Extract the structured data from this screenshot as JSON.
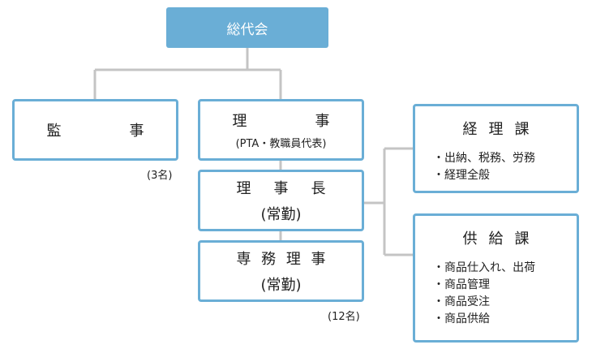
{
  "org": {
    "top": {
      "label": "総代会"
    },
    "kansa": {
      "chars": [
        "監",
        "事"
      ],
      "note": "(3名)"
    },
    "riji": {
      "chars": [
        "理",
        "事"
      ],
      "sub": "(PTA・教職員代表)"
    },
    "richo": {
      "chars": [
        "理",
        "事",
        "長"
      ],
      "sub": "(常勤)"
    },
    "senmu": {
      "chars": [
        "専",
        "務",
        "理",
        "事"
      ],
      "sub": "(常勤)",
      "note": "(12名)"
    },
    "keiri": {
      "title_chars": [
        "経",
        "理",
        "課"
      ],
      "items": [
        "出納、税務、労務",
        "経理全般"
      ]
    },
    "kyokyu": {
      "title_chars": [
        "供",
        "給",
        "課"
      ],
      "items": [
        "商品仕入れ、出荷",
        "商品管理",
        "商品受注",
        "商品供給"
      ]
    }
  },
  "colors": {
    "accent": "#6aaed6",
    "connector": "#c4c4c4"
  }
}
